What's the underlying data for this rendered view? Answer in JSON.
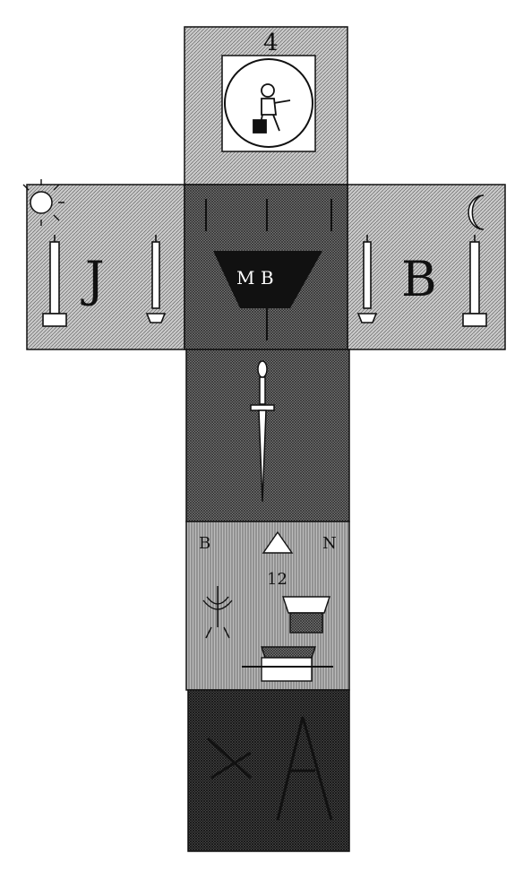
{
  "engraving": {
    "top_number": "4",
    "left_letter": "J",
    "right_letter": "B",
    "triangle_letters": "M B",
    "delta_letter_left": "B",
    "delta_letter_right": "N",
    "delta_number": "12",
    "colors": {
      "ink": "#111111",
      "paper": "#ffffff",
      "light_panel": "#bdbdbd",
      "mid_panel": "#9a9a9a",
      "dark_panel": "#6e6e6e",
      "darkest_panel": "#4a4a4a"
    },
    "icons": {
      "top_square": "seated-child-icon",
      "left_arm_upper_left": "sun-icon",
      "right_arm_upper_right": "crescent-moon-icon",
      "left_arm": "candlestick-icon",
      "right_arm": "candlestick-icon",
      "middle_panel": "sword-icon",
      "delta_panel_top": "triangle-delta-icon",
      "delta_panel_left": "menorah-icon",
      "delta_panel_right": "bowl-icon",
      "delta_panel_bottom": "ark-icon",
      "bottom_panel": "square-compass-icon"
    }
  }
}
